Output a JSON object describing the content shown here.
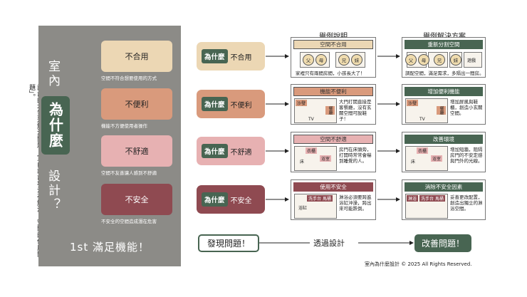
{
  "side_description": "設計的本質是解決問題，室內設計專注在解決「空間的使用問題」。",
  "panel": {
    "title_top": "室內",
    "badge": "為什麼",
    "title_bottom": "設計？",
    "footer": "1st 滿足機能！"
  },
  "categories": [
    {
      "label": "不合用",
      "desc": "空間不符合想要使用的方式",
      "color": "#ecd7b4"
    },
    {
      "label": "不便利",
      "desc": "機能不方便使用者操作",
      "color": "#d99a7c"
    },
    {
      "label": "不舒適",
      "desc": "空間不友善讓人感到不舒適",
      "color": "#e7b1b2"
    },
    {
      "label": "不安全",
      "desc": "不安全的空間造成潛在危害",
      "color": "#8f4a51"
    }
  ],
  "why_tag": "為什麼",
  "headers": {
    "examples": "舉例說明",
    "solutions": "舉例解決方案"
  },
  "examples": [
    {
      "bar": "空間不合用",
      "text": "家裡只有兩間房間，小孩長大了！",
      "circles": [
        "父",
        "母",
        "兄",
        "妹"
      ]
    },
    {
      "bar": "機能不便利",
      "text": "大門打開直接是客餐廳，沒有玄關空間可脫鞋子！",
      "labels": [
        "沙發",
        "TV",
        "餐廳"
      ]
    },
    {
      "bar": "空間不舒適",
      "text": "房門在床頭旁，打開時常常會嚇到睡覺的人。",
      "labels": [
        "衣櫃",
        "床",
        "浴室"
      ]
    },
    {
      "bar": "使用不安全",
      "text": "淋浴必須要跨進浴缸沖澡，跨出來可能跌倒。",
      "labels": [
        "洗手台",
        "浴缸",
        "馬桶"
      ]
    }
  ],
  "solutions": [
    {
      "bar": "重新分割空間",
      "text": "調配空間，滿足需求，多隔出一間房。",
      "circles": [
        "父",
        "母",
        "兄",
        "妹"
      ],
      "extra": "遊戲"
    },
    {
      "bar": "增加便利機能",
      "text": "增加屏風與鞋櫃，創造小玄關空間。",
      "labels": [
        "沙發",
        "TV",
        "餐廳"
      ]
    },
    {
      "bar": "改善環境",
      "text": "增加短牆，阻隔房門的不安定感與門外的光線。",
      "labels": [
        "衣櫃",
        "床",
        "浴室"
      ]
    },
    {
      "bar": "消除不安全因素",
      "text": "妥善更改配置，創造出獨立的淋浴空間。",
      "labels": [
        "淋浴",
        "洗手台",
        "馬桶"
      ]
    }
  ],
  "bottom": {
    "discover": "發現問題！",
    "through": "透過設計",
    "improve": "改善問題！"
  },
  "copyright": "室內為什麼設計 © 2025  All Rights Reserved.",
  "colors": {
    "green": "#486552",
    "panel": "#8c8b87"
  }
}
